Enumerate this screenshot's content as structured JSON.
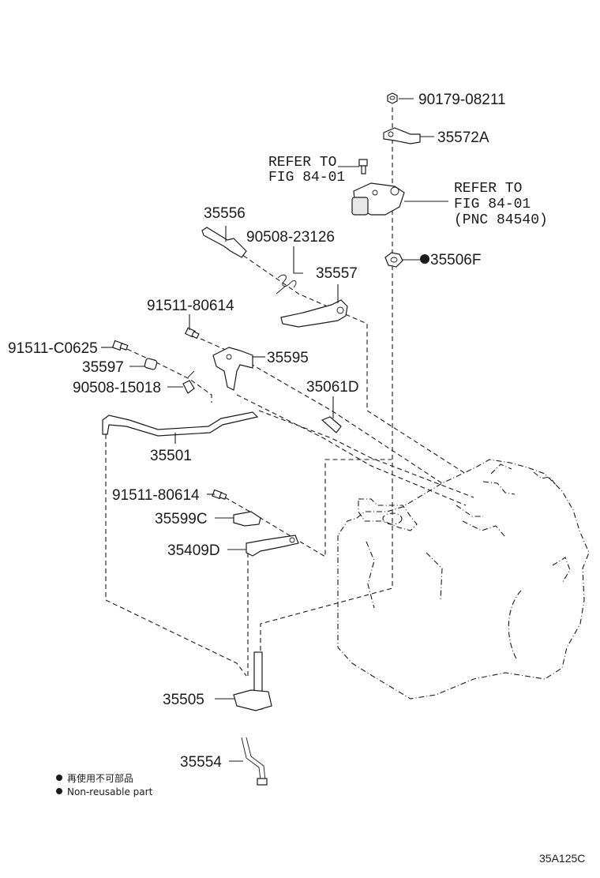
{
  "labels": {
    "p90179": "90179-08211",
    "p35572A": "35572A",
    "refer1_line1": "REFER TO",
    "refer1_line2": "FIG 84-01",
    "refer2_line1": "REFER TO",
    "refer2_line2": "FIG 84-01",
    "refer2_line3": "(PNC 84540)",
    "p35556": "35556",
    "p90508a": "90508-23126",
    "p35557": "35557",
    "p35506F": "35506F",
    "p91511a": "91511-80614",
    "p91511c": "91511-C0625",
    "p35595": "35595",
    "p35597": "35597",
    "p90508b": "90508-15018",
    "p35061D": "35061D",
    "p35501": "35501",
    "p91511b": "91511-80614",
    "p35599C": "35599C",
    "p35409D": "35409D",
    "p35505": "35505",
    "p35554": "35554"
  },
  "legend": {
    "jp": "再使用不可部品",
    "en": "Non-reusable part"
  },
  "figure_code": "35A125C",
  "icons": {
    "nonreusable_mark": "filled-circle-icon"
  }
}
